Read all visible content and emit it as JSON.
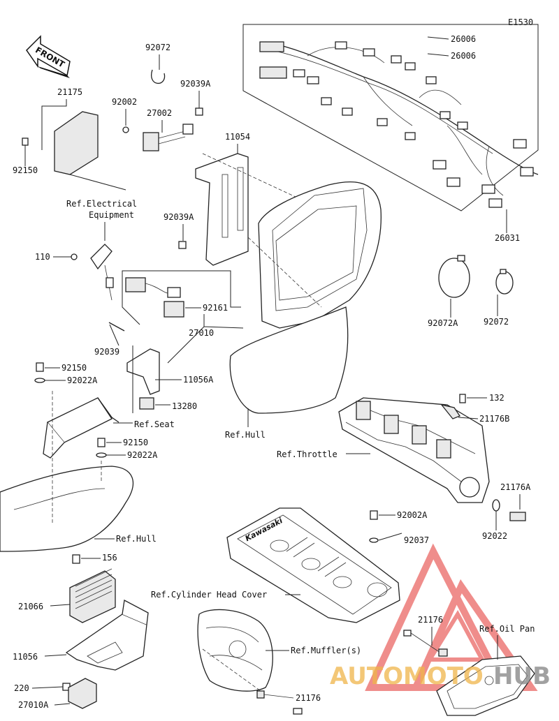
{
  "diagram": {
    "code": "E1530",
    "front_label": "FRONT",
    "labels": {
      "p26006a": "26006",
      "p26006b": "26006",
      "p26031": "26031",
      "p92072a_top": "92072",
      "p92039a_1": "92039A",
      "p92002_1": "92002",
      "p27002": "27002",
      "p21175": "21175",
      "p92150_1": "92150",
      "p11054": "11054",
      "ref_electrical": "Ref.Electrical",
      "ref_electrical_2": "Equipment",
      "p92039a_2": "92039A",
      "p110": "110",
      "p92161": "92161",
      "p27010": "27010",
      "p92039": "92039",
      "p92072A_right": "92072A",
      "p92072_right": "92072",
      "p92150_2": "92150",
      "p92022A_1": "92022A",
      "p11056A": "11056A",
      "p13280": "13280",
      "ref_seat": "Ref.Seat",
      "ref_hull_1": "Ref.Hull",
      "p92150_3": "92150",
      "p92022A_2": "92022A",
      "p132": "132",
      "p21176B": "21176B",
      "ref_throttle": "Ref.Throttle",
      "p21176A": "21176A",
      "p92022": "92022",
      "p92002A": "92002A",
      "p92037": "92037",
      "ref_hull_2": "Ref.Hull",
      "p156": "156",
      "ref_cyl_head": "Ref.Cylinder Head Cover",
      "p21066": "21066",
      "p21176_1": "21176",
      "ref_oil_pan": "Ref.Oil Pan",
      "ref_muffler": "Ref.Muffler(s)",
      "p11056": "11056",
      "p220": "220",
      "p27010A": "27010A",
      "p21176_2": "21176",
      "embossed_brand": "Kawasaki"
    },
    "watermark": {
      "text_a": "AUTOMOTO",
      "text_b": "HUB",
      "color_a": "#f0b54a",
      "color_b": "#8a8a8a",
      "triangle_color": "#e2312d"
    }
  }
}
